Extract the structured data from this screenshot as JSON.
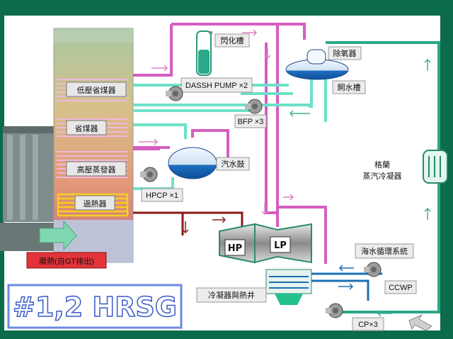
{
  "title": "#1,2  HRSG",
  "colors": {
    "background_outer": "#0b6b4b",
    "canvas": "#ffffff",
    "feedwater": "#6de0c8",
    "steam": "#d55ec0",
    "hot_steam": "#8b1a1a",
    "seawater": "#1a6fb5",
    "condensate": "#2aa88a"
  },
  "stack": {
    "sections": [
      {
        "id": "lp-economizer",
        "label": "低壓省煤器"
      },
      {
        "id": "economizer",
        "label": "省煤器"
      },
      {
        "id": "hp-evaporator",
        "label": "高壓蒸發器"
      },
      {
        "id": "superheater",
        "label": "過熱器"
      }
    ],
    "exhaust_label": "廢熱(自GT排出)"
  },
  "equipment": {
    "flash_tank": "閃化槽",
    "dassh_pump": "DASSH PUMP ×2",
    "deaerator": "除氧器",
    "feed_tank": "飼水槽",
    "bfp": "BFP ×3",
    "drum": "汽水鼓",
    "hpcp": "HPCP ×1",
    "hp_turbine": "HP",
    "lp_turbine": "LP",
    "condenser": "冷凝器與熱井",
    "seawater_system": "海水循環系統",
    "ccwp": "CCWP",
    "cp": "CP×3",
    "grid_condenser": "格蘭\n蒸汽冷凝器"
  }
}
